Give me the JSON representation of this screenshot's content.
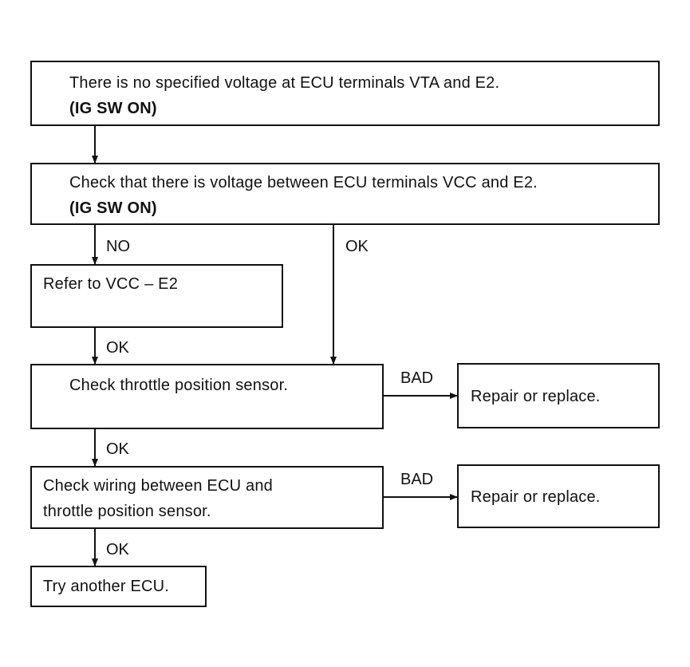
{
  "boxes": {
    "no_voltage": {
      "line1": "There is no specified voltage at ECU terminals VTA and E2.",
      "line2": "(IG SW ON)"
    },
    "check_vcc": {
      "line1": "Check that there is voltage between ECU terminals VCC and E2.",
      "line2": "(IG SW ON)"
    },
    "refer_vcc": {
      "line1": "Refer to VCC – E2"
    },
    "check_tps": {
      "line1": "Check throttle position sensor."
    },
    "repair1": {
      "line1": "Repair or replace."
    },
    "check_wiring": {
      "line1": "Check wiring between ECU and",
      "line2": "throttle position sensor."
    },
    "repair2": {
      "line1": "Repair or replace."
    },
    "try_ecu": {
      "line1": "Try another ECU."
    }
  },
  "labels": {
    "no": "NO",
    "ok_right": "OK",
    "ok_refer": "OK",
    "bad_tps": "BAD",
    "ok_tps": "OK",
    "bad_wiring": "BAD",
    "ok_wiring": "OK"
  }
}
